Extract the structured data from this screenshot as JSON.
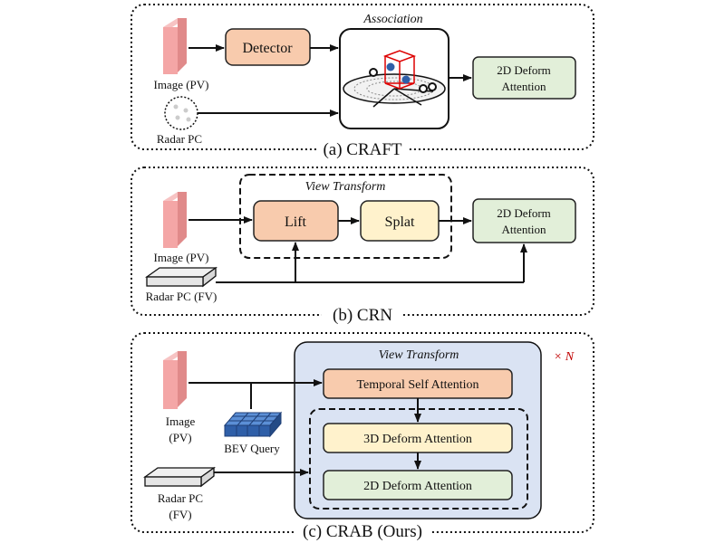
{
  "colors": {
    "box_orange": "#f8cbad",
    "box_yellow": "#fff2cc",
    "box_green": "#e2efd9",
    "panel_blue": "#dae3f3",
    "image_pink": "#f4a6a6",
    "cube_blue": "#2f5fa8",
    "xN_red": "#c00000"
  },
  "section_a": {
    "caption": "(a) CRAFT",
    "association_label": "Association",
    "detector_label": "Detector",
    "image_label": "Image (PV)",
    "radar_label": "Radar PC",
    "deform_line1": "2D Deform",
    "deform_line2": "Attention"
  },
  "section_b": {
    "caption": "(b) CRN",
    "view_transform_label": "View Transform",
    "lift_label": "Lift",
    "splat_label": "Splat",
    "image_label": "Image (PV)",
    "radar_label": "Radar PC (FV)",
    "deform_line1": "2D Deform",
    "deform_line2": "Attention"
  },
  "section_c": {
    "caption": "(c) CRAB (Ours)",
    "view_transform_label": "View Transform",
    "repeat_label": "× N",
    "temporal_label": "Temporal Self Attention",
    "deform3d_label": "3D Deform Attention",
    "deform2d_label": "2D Deform Attention",
    "image_line1": "Image",
    "image_line2": "(PV)",
    "bev_label": "BEV Query",
    "radar_line1": "Radar PC",
    "radar_line2": "(FV)"
  }
}
